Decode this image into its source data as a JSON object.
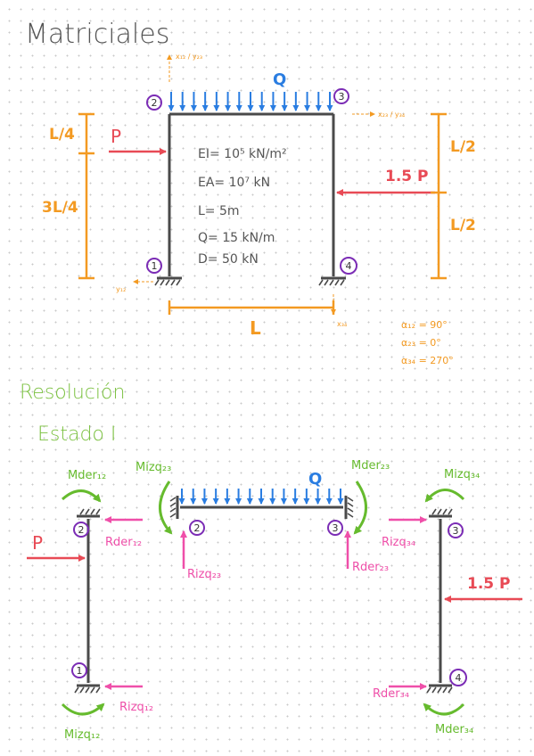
{
  "colors": {
    "member": "#4a4a4a",
    "distributed_load": "#2a7de1",
    "point_load": "#e84a55",
    "dimension": "#f39a22",
    "node_circle": "#7b2cb5",
    "reaction": "#ef4fa9",
    "moment": "#66bb2e",
    "section_title": "#7cc142",
    "text": "#555555"
  },
  "header": {
    "title": "Matriciales"
  },
  "top_frame": {
    "load_q": "Q",
    "load_p": "P",
    "load_15p": "1.5 P",
    "dim_l4": "L/4",
    "dim_3l4": "3L/4",
    "dim_l2_top": "L/2",
    "dim_l2_bottom": "L/2",
    "dim_l": "L",
    "nodes": [
      "1",
      "2",
      "3",
      "4"
    ],
    "axis_labels": {
      "node2": "x₁₂ / y₂₃",
      "node3": "x₂₃ / y₃₄",
      "node1": "y₁₂",
      "node4": "x₃₄"
    },
    "properties": [
      "EI= 10⁵ kN/m²",
      "EA= 10⁷ kN",
      "L= 5m",
      "Q= 15 kN/m",
      "D= 50 kN"
    ],
    "angles": [
      "α₁₂ = 90°",
      "α₂₃ = 0°",
      "α₃₄ = 270°"
    ]
  },
  "resolution": {
    "heading": "Resolución",
    "state": "Estado I"
  },
  "state_one": {
    "left_member": {
      "node_top": "2",
      "node_bottom": "1",
      "load_p": "P",
      "mder_top": "Mder₁₂",
      "rder_top": "Rder₁₂",
      "rizq_bottom": "Rizq₁₂",
      "mizq_bottom": "Mizq₁₂"
    },
    "beam": {
      "node_left": "2",
      "node_right": "3",
      "load_q": "Q",
      "mizq_left": "Mizq₂₃",
      "mder_right": "Mder₂₃",
      "rizq_left": "Rizq₂₃",
      "rder_right": "Rder₂₃"
    },
    "right_member": {
      "node_top": "3",
      "node_bottom": "4",
      "load_15p": "1.5 P",
      "mizq_top": "Mizq₃₄",
      "rizq_top": "Rizq₃₄",
      "rder_bottom": "Rder₃₄",
      "mder_bottom": "Mder₃₄"
    }
  }
}
